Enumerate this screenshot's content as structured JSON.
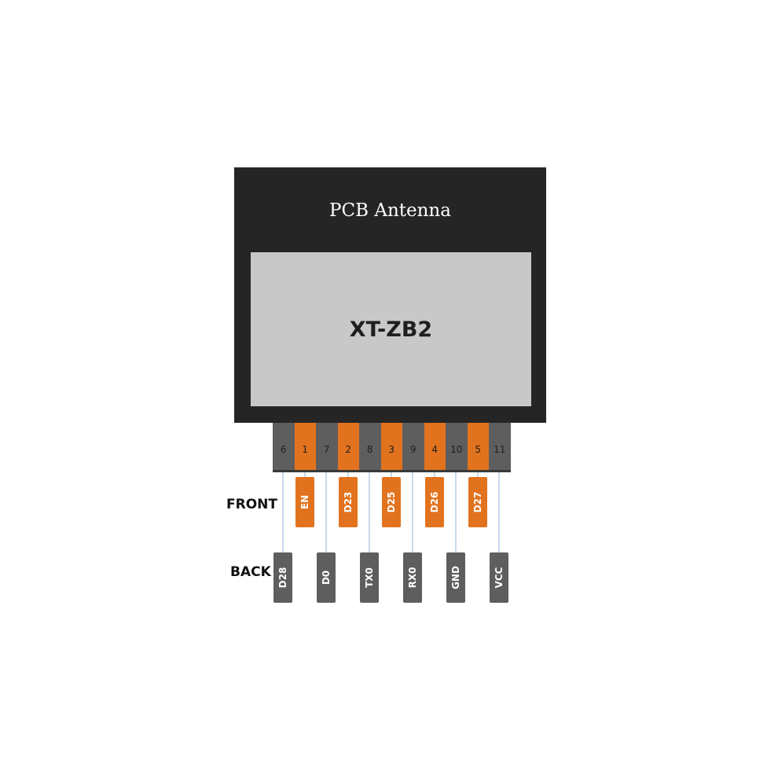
{
  "module": {
    "antenna_label": "PCB Antenna",
    "chip_name": "XT-ZB2"
  },
  "pins": [
    {
      "number": "6",
      "color": "gray"
    },
    {
      "number": "1",
      "color": "orange"
    },
    {
      "number": "7",
      "color": "gray"
    },
    {
      "number": "2",
      "color": "orange"
    },
    {
      "number": "8",
      "color": "gray"
    },
    {
      "number": "3",
      "color": "orange"
    },
    {
      "number": "9",
      "color": "gray"
    },
    {
      "number": "4",
      "color": "orange"
    },
    {
      "number": "10",
      "color": "gray"
    },
    {
      "number": "5",
      "color": "orange"
    },
    {
      "number": "11",
      "color": "gray"
    }
  ],
  "labels": {
    "front": "FRONT",
    "back": "BACK"
  },
  "front_tags": [
    "EN",
    "D23",
    "D25",
    "D26",
    "D27"
  ],
  "back_tags": [
    "D28",
    "D0",
    "TX0",
    "RX0",
    "GND",
    "VCC"
  ],
  "colors": {
    "module": "#252525",
    "chip_area": "#c8c8c8",
    "orange": "#e2731e",
    "gray": "#5e5e5e",
    "wire": "#b8cce4"
  }
}
